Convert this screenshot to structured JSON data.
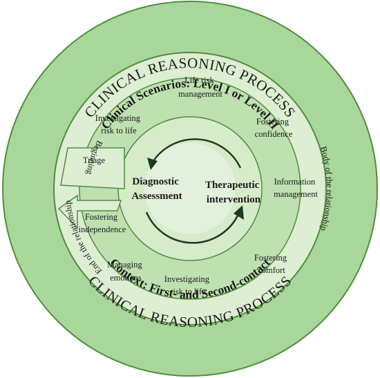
{
  "outer_ring": {
    "top_title": "CLINICAL REASONING PROCESS",
    "bottom_title": "CLINICAL REASONING PROCESS",
    "right_label": "Body of the relationship"
  },
  "band_ring": {
    "top_title": "Clinical Scenarios: Level I or Level II",
    "bottom_title": "Context: First- and Second-contact",
    "left_upper_label": "Beginning",
    "left_lower_label": "End of the relationship"
  },
  "scenario_ring": {
    "items": [
      {
        "lines": [
          "Life risk",
          "management"
        ]
      },
      {
        "lines": [
          "Investigating",
          "risk to life"
        ]
      },
      {
        "lines": [
          "Fostering",
          "confidence"
        ]
      },
      {
        "lines": [
          "Triage"
        ]
      },
      {
        "lines": [
          "Information",
          "management"
        ]
      },
      {
        "lines": [
          "Fostering",
          "independence"
        ]
      },
      {
        "lines": [
          "Fostering",
          "comfort"
        ]
      },
      {
        "lines": [
          "Managing",
          "emotions"
        ]
      },
      {
        "lines": [
          "Investigating",
          "risk to life"
        ]
      }
    ]
  },
  "core": {
    "left_lines": [
      "Diagnostic",
      "Assessment"
    ],
    "right_lines": [
      "Therapeutic",
      "intervention"
    ]
  },
  "colors": {
    "outer": "#a9d69a",
    "band": "#ddeed3",
    "ring": "#bfe0b0",
    "inner": "#d5ebc9",
    "core": "#e3f1dc",
    "stroke": "#4f8c3e",
    "arrow": "#1f3a22"
  }
}
